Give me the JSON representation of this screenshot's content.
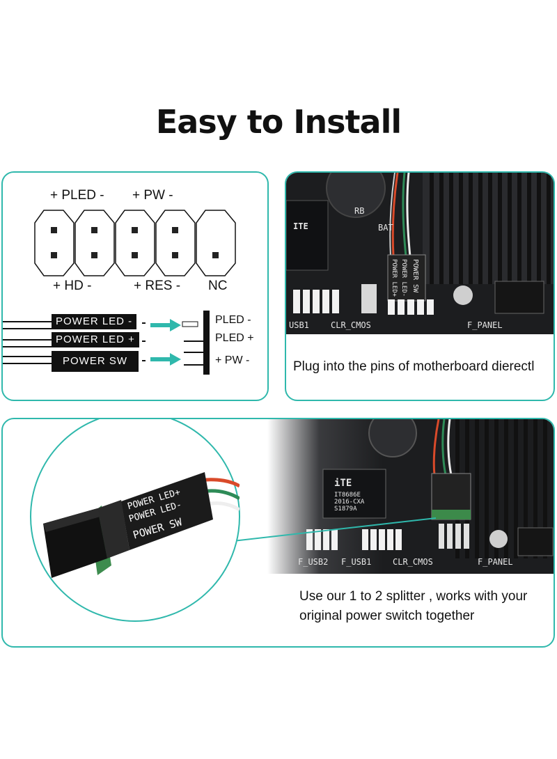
{
  "title": "Easy to Install",
  "pinout": {
    "top_labels": [
      "+ PLED -",
      "+ PW -"
    ],
    "bottom_labels": [
      "+ HD -",
      "+ RES -",
      "NC"
    ],
    "wires": [
      "POWER LED -",
      "POWER LED +",
      "POWER SW"
    ],
    "header_pins": [
      "PLED  -",
      "PLED +",
      "+ PW -"
    ]
  },
  "plug_panel": {
    "caption": "Plug into the pins of motherboard dierectl",
    "board_labels": [
      "USB1",
      "CLR_CMOS",
      "F_PANEL",
      "BAT",
      "RB",
      "ITE"
    ],
    "connector_labels": [
      "POWER LED+",
      "POWER LED-",
      "POWER SW"
    ]
  },
  "splitter_panel": {
    "caption_line1": "Use our 1 to 2 splitter , works with your",
    "caption_line2": "original power switch together",
    "connector_labels": [
      "POWER LED+",
      "POWER LED-",
      "POWER SW"
    ],
    "board_labels": [
      "F_USB2",
      "F_USB1",
      "CLR_CMOS",
      "F_PANEL",
      "iTE",
      "IT8686E",
      "2016-CXA",
      "S1879A"
    ]
  },
  "colors": {
    "accent": "#2fb8ac",
    "text": "#111111",
    "board": "#1c1d1f"
  }
}
